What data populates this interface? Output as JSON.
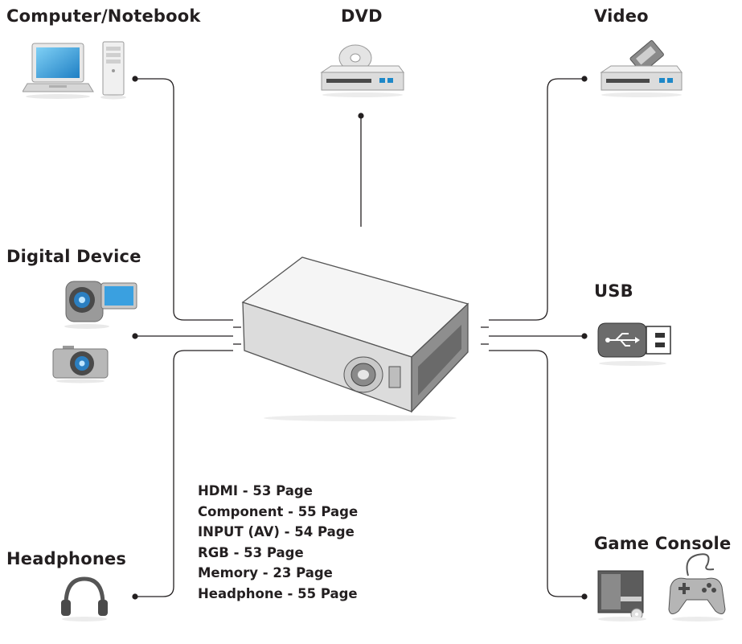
{
  "devices": {
    "computer": "Computer/Notebook",
    "dvd": "DVD",
    "video": "Video",
    "digital": "Digital Device",
    "usb": "USB",
    "headphones": "Headphones",
    "game": "Game Console"
  },
  "references": [
    "HDMI - 53 Page",
    "Component - 55 Page",
    "INPUT (AV) - 54 Page",
    "RGB - 53 Page",
    "Memory - 23 Page",
    "Headphone - 55 Page"
  ]
}
